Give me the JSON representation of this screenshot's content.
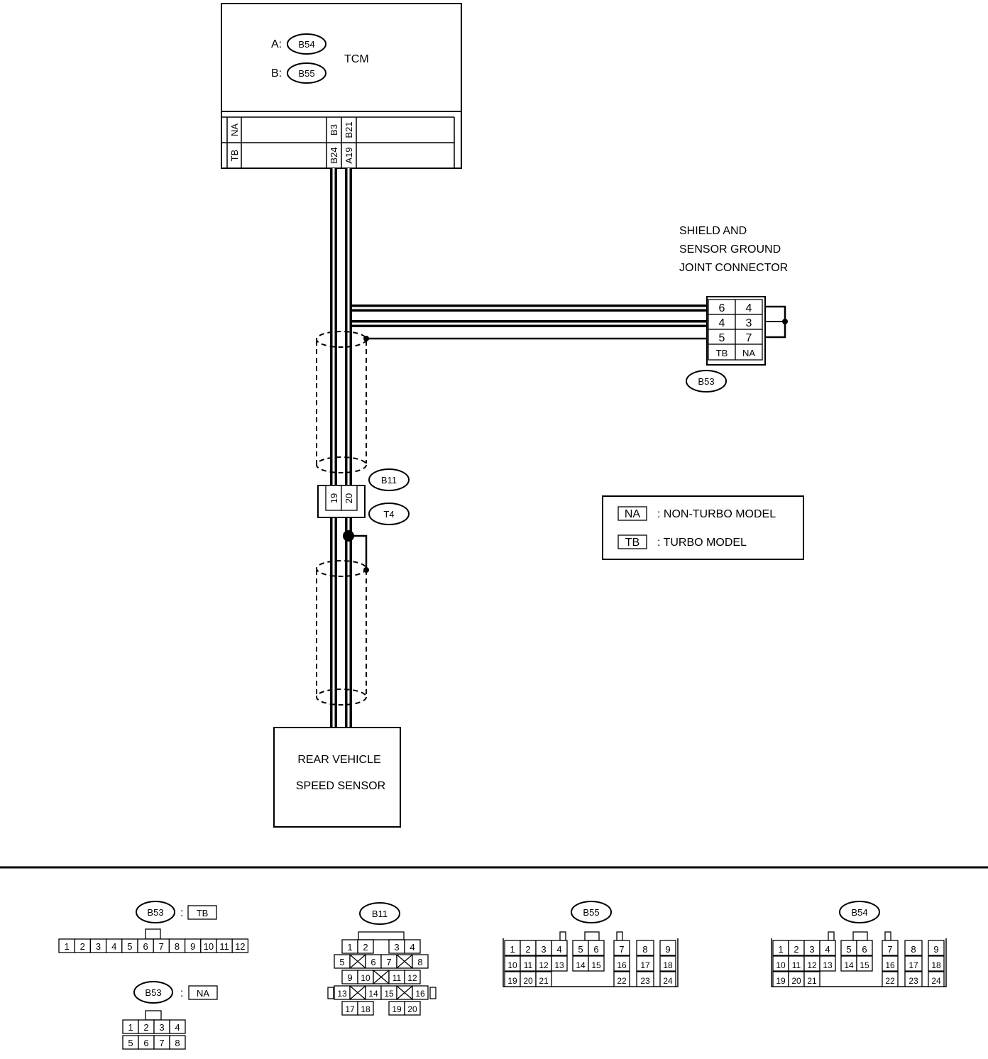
{
  "tcm": {
    "title": "TCM",
    "conn_a_prefix": "A:",
    "conn_a": "B54",
    "conn_b_prefix": "B:",
    "conn_b": "B55",
    "model_row1": "NA",
    "model_row2": "TB",
    "pin_na_1": "B3",
    "pin_na_2": "B21",
    "pin_tb_1": "B24",
    "pin_tb_2": "A19"
  },
  "joint_connector": {
    "label_line1": "SHIELD AND",
    "label_line2": "SENSOR GROUND",
    "label_line3": "JOINT CONNECTOR",
    "rows": [
      [
        "6",
        "4"
      ],
      [
        "4",
        "3"
      ],
      [
        "5",
        "7"
      ],
      [
        "TB",
        "NA"
      ]
    ],
    "connector_id": "B53"
  },
  "inline_connector": {
    "id_top": "B11",
    "id_bottom": "T4",
    "pins": [
      "19",
      "20"
    ]
  },
  "sensor": {
    "label_line1": "REAR VEHICLE",
    "label_line2": "SPEED SENSOR"
  },
  "legend": {
    "na_code": "NA",
    "na_text": ": NON-TURBO MODEL",
    "tb_code": "TB",
    "tb_text": ": TURBO MODEL"
  },
  "connector_views": {
    "b53_tb": {
      "id": "B53",
      "sep": ":",
      "model": "TB",
      "pins": [
        "1",
        "2",
        "3",
        "4",
        "5",
        "6",
        "7",
        "8",
        "9",
        "10",
        "11",
        "12"
      ]
    },
    "b53_na": {
      "id": "B53",
      "sep": ":",
      "model": "NA",
      "row1": [
        "1",
        "2",
        "3",
        "4"
      ],
      "row2": [
        "5",
        "6",
        "7",
        "8"
      ]
    },
    "b11": {
      "id": "B11",
      "row1": [
        "1",
        "2",
        "3",
        "4"
      ],
      "row2": [
        "5",
        "6",
        "7",
        "8"
      ],
      "row3": [
        "9",
        "10",
        "11",
        "12"
      ],
      "row4": [
        "13",
        "14",
        "15",
        "16"
      ],
      "row5": [
        "17",
        "18",
        "19",
        "20"
      ]
    },
    "b55": {
      "id": "B55",
      "row1": [
        "1",
        "2",
        "3",
        "4",
        "5",
        "6",
        "7",
        "8",
        "9"
      ],
      "row2": [
        "10",
        "11",
        "12",
        "13",
        "14",
        "15",
        "16",
        "17",
        "18"
      ],
      "row3": [
        "19",
        "20",
        "21",
        "22",
        "23",
        "24"
      ]
    },
    "b54": {
      "id": "B54",
      "row1": [
        "1",
        "2",
        "3",
        "4",
        "5",
        "6",
        "7",
        "8",
        "9"
      ],
      "row2": [
        "10",
        "11",
        "12",
        "13",
        "14",
        "15",
        "16",
        "17",
        "18"
      ],
      "row3": [
        "19",
        "20",
        "21",
        "22",
        "23",
        "24"
      ]
    }
  }
}
